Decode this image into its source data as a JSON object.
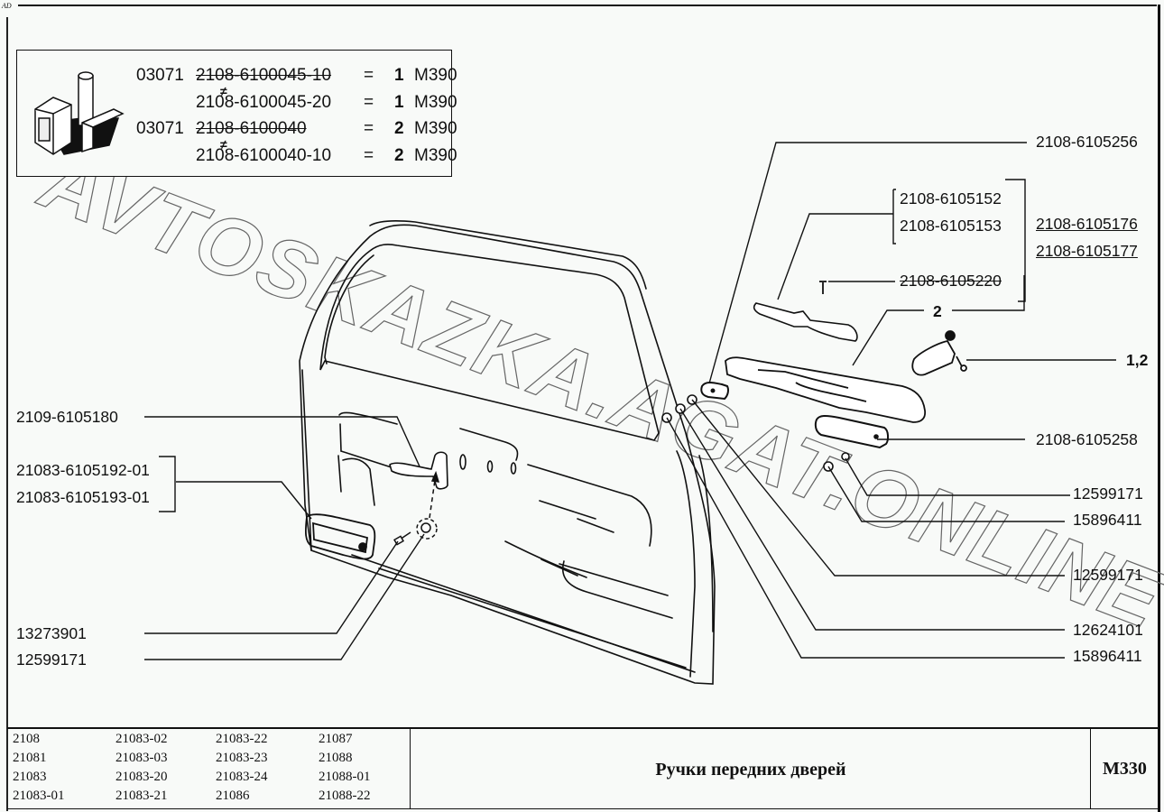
{
  "corner_mark": "AD",
  "watermark": "AVTOSKAZKA.AGAT.ONLINE",
  "info_box": {
    "icon": "kit-box-icon",
    "rows": [
      {
        "prefix": "03071",
        "part": "2108-6100045-10",
        "struck": true,
        "eq": "=",
        "qty": "1",
        "ref": "M390"
      },
      {
        "prefix": "",
        "part": "2108-6100045-20",
        "struck": false,
        "eq": "=",
        "qty": "1",
        "ref": "M390"
      },
      {
        "prefix": "03071",
        "part": "2108-6100040",
        "struck": true,
        "eq": "=",
        "qty": "2",
        "ref": "M390"
      },
      {
        "prefix": "",
        "part": "2108-6100040-10",
        "struck": false,
        "eq": "=",
        "qty": "2",
        "ref": "M390"
      }
    ],
    "not_equal_symbol": "≠"
  },
  "callouts": {
    "left": [
      {
        "id": "2109-6105180",
        "text": "2109-6105180"
      },
      {
        "id": "21083-6105192-01",
        "text": "21083-6105192-01"
      },
      {
        "id": "21083-6105193-01",
        "text": "21083-6105193-01"
      },
      {
        "id": "13273901",
        "text": "13273901"
      },
      {
        "id": "12599171-left",
        "text": "12599171"
      }
    ],
    "right": [
      {
        "id": "2108-6105256",
        "text": "2108-6105256"
      },
      {
        "id": "2108-6105152",
        "text": "2108-6105152"
      },
      {
        "id": "2108-6105153",
        "text": "2108-6105153"
      },
      {
        "id": "2108-6105176",
        "text": "2108-6105176",
        "underlined": true
      },
      {
        "id": "2108-6105177",
        "text": "2108-6105177",
        "underlined": true
      },
      {
        "id": "2108-6105220",
        "text": "2108-6105220",
        "struck": true
      },
      {
        "id": "kit-2",
        "text": "2"
      },
      {
        "id": "kit-1-2",
        "text": "1,2"
      },
      {
        "id": "2108-6105258",
        "text": "2108-6105258"
      },
      {
        "id": "12599171-a",
        "text": "12599171"
      },
      {
        "id": "15896411-a",
        "text": "15896411"
      },
      {
        "id": "12599171-b",
        "text": "12599171"
      },
      {
        "id": "12624101",
        "text": "12624101"
      },
      {
        "id": "15896411-b",
        "text": "15896411"
      }
    ]
  },
  "footer": {
    "models": [
      [
        "2108",
        "21081",
        "21083",
        "21083-01"
      ],
      [
        "21083-02",
        "21083-03",
        "21083-20",
        "21083-21"
      ],
      [
        "21083-22",
        "21083-23",
        "21083-24",
        "21086"
      ],
      [
        "21087",
        "21088",
        "21088-01",
        "21088-22"
      ]
    ],
    "title": "Ручки передних дверей",
    "sheet_code": "M330"
  }
}
